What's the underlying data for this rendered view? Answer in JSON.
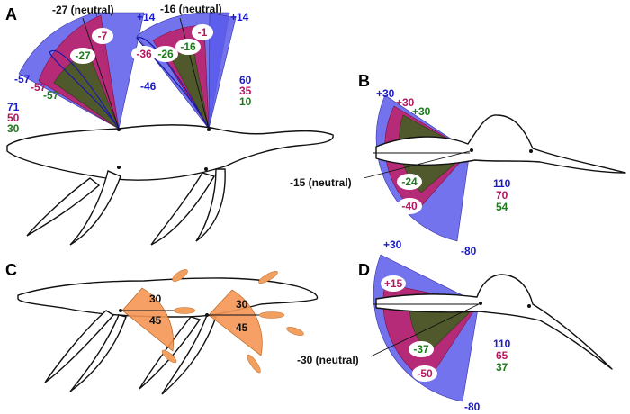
{
  "panels": {
    "a": {
      "letter": "A",
      "neutral_front": "-27 (neutral)",
      "neutral_rear": "-16 (neutral)",
      "front_labels": {
        "blue_top": "+14",
        "blue_bottom": "-57",
        "mag_top": "-7",
        "mag_bottom": "-57",
        "green_top": "-27",
        "green_bottom": "-57"
      },
      "rear_labels": {
        "blue_top": "+14",
        "blue_bottom": "-46",
        "mag_top": "-1",
        "mag_bottom": "-36",
        "green_top": "-16",
        "green_bottom": "-26"
      },
      "front_totals": {
        "blue": "71",
        "magenta": "50",
        "green": "30"
      },
      "rear_totals": {
        "blue": "60",
        "magenta": "35",
        "green": "10"
      }
    },
    "b": {
      "letter": "B",
      "neutral": "-15 (neutral)",
      "labels": {
        "blue_top": "+30",
        "mag_top": "+30",
        "green_top": "+30",
        "green_bottom": "-24",
        "mag_bottom": "-40",
        "blue_bottom": "-80"
      },
      "totals": {
        "blue": "110",
        "magenta": "70",
        "green": "54"
      }
    },
    "c": {
      "letter": "C",
      "front_top": "30",
      "front_bottom": "45",
      "rear_top": "30",
      "rear_bottom": "45"
    },
    "d": {
      "letter": "D",
      "neutral": "-30 (neutral)",
      "labels": {
        "blue_top": "+30",
        "mag_top": "+15",
        "green_bottom": "-37",
        "mag_bottom": "-50",
        "blue_bottom": "-80"
      },
      "totals": {
        "blue": "110",
        "magenta": "65",
        "green": "37"
      }
    }
  },
  "colors": {
    "blue": "#5a5aeb",
    "magenta": "#be2369",
    "green": "#4b5c28",
    "orange": "#f59655"
  }
}
